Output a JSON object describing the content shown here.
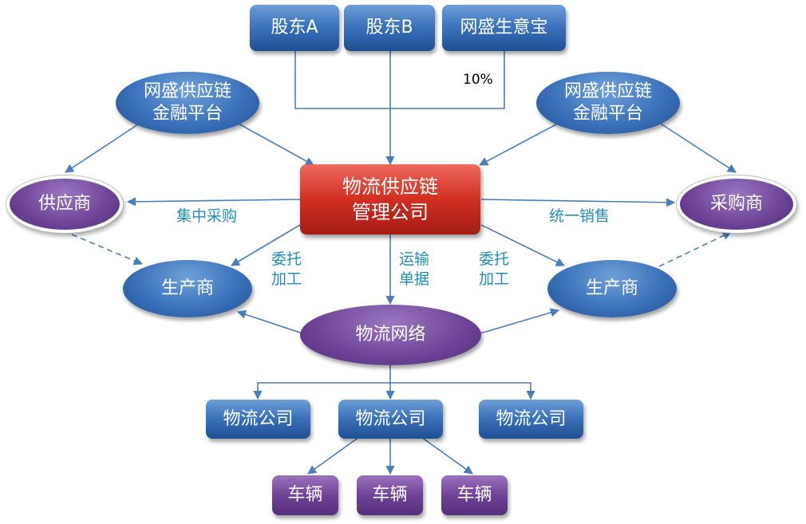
{
  "shareholders": {
    "a": "股东A",
    "b": "股东B",
    "wangsheng": "网盛生意宝",
    "stake_label": "10%"
  },
  "finance_platform_left": [
    "网盛供应链",
    "金融平台"
  ],
  "finance_platform_right": [
    "网盛供应链",
    "金融平台"
  ],
  "center_company": [
    "物流供应链",
    "管理公司"
  ],
  "supplier": "供应商",
  "buyer": "采购商",
  "producer_left": "生产商",
  "producer_right": "生产商",
  "logistics_network": "物流网络",
  "logistics_companies": [
    "物流公司",
    "物流公司",
    "物流公司"
  ],
  "vehicles": [
    "车辆",
    "车辆",
    "车辆"
  ],
  "edge_labels": {
    "central_purchase": "集中采购",
    "unified_sales": "统一销售",
    "entrust_processing_left": [
      "委托",
      "加工"
    ],
    "transport_docs": [
      "运输",
      "单据"
    ],
    "entrust_processing_right": [
      "委托",
      "加工"
    ]
  },
  "colors": {
    "connector": "#4a7ebb",
    "label": "#1f8fb8",
    "blue_node": "#3c74bd",
    "purple_node": "#6f4396",
    "red_node": "#d12f22"
  }
}
